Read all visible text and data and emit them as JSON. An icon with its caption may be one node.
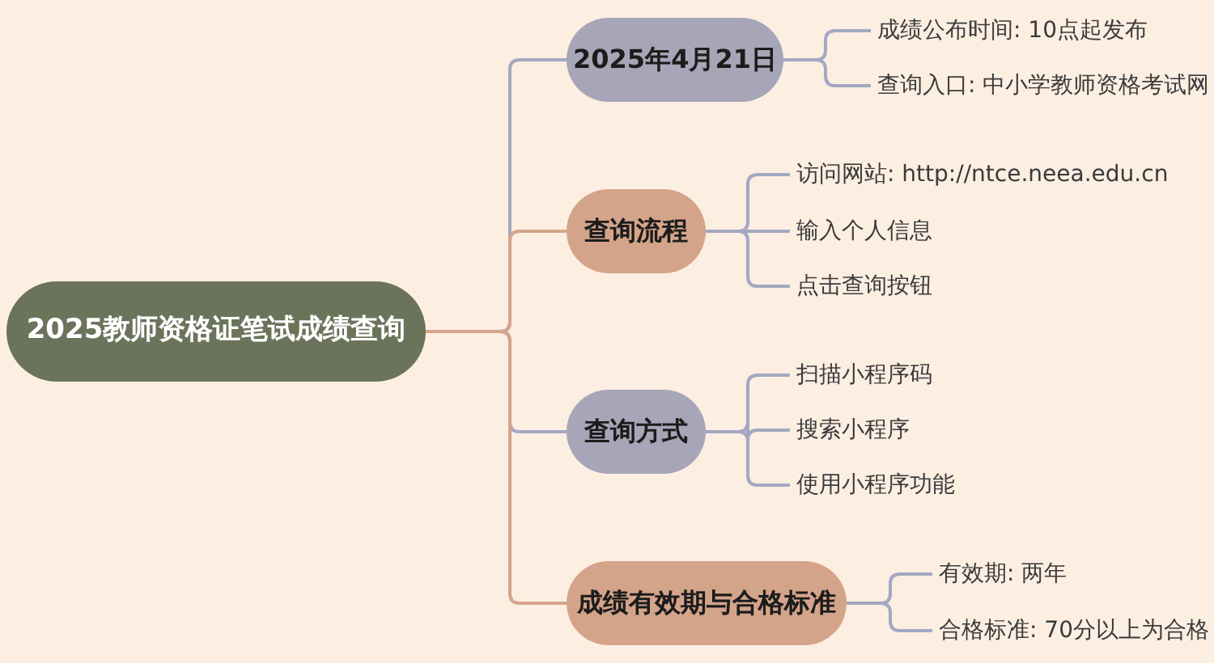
{
  "diagram": {
    "nodes": [
      {
        "text": [
          "2025教师资格证笔试成绩查询"
        ]
      },
      {
        "text": [
          "2025年4月21日"
        ]
      },
      {
        "text": [
          "成绩公布时间: 10点起发布"
        ]
      },
      {
        "text": [
          "查询入口: 中小学教师资格考试网"
        ]
      },
      {
        "text": [
          "查询流程"
        ]
      },
      {
        "text": [
          "访问网站: http://ntce.neea.edu.cn"
        ]
      },
      {
        "text": [
          "输入个人信息"
        ]
      },
      {
        "text": [
          "点击查询按钮"
        ]
      },
      {
        "text": [
          "查询方式"
        ]
      },
      {
        "text": [
          "扫描小程序码"
        ]
      },
      {
        "text": [
          "搜索小程序"
        ]
      },
      {
        "text": [
          "使用小程序功能"
        ]
      },
      {
        "text": [
          "成绩有效期与合格标准"
        ]
      },
      {
        "text": [
          "有效期: 两年"
        ]
      },
      {
        "text": [
          "合格标准: 70分以上为合格"
        ]
      }
    ],
    "edges": [
      {
        "from": 0,
        "to": 1,
        "arrow": "none"
      },
      {
        "from": 0,
        "to": 4,
        "arrow": "none",
        "color": "#d4a58a"
      },
      {
        "from": 0,
        "to": 8,
        "arrow": "none"
      },
      {
        "from": 0,
        "to": 12,
        "arrow": "none",
        "color": "#d4a58a"
      },
      {
        "from": 1,
        "to": 2,
        "arrow": "none"
      },
      {
        "from": 1,
        "to": 3,
        "arrow": "none"
      },
      {
        "from": 4,
        "to": 5,
        "arrow": "none"
      },
      {
        "from": 4,
        "to": 6,
        "arrow": "none"
      },
      {
        "from": 4,
        "to": 7,
        "arrow": "none"
      },
      {
        "from": 8,
        "to": 9,
        "arrow": "none"
      },
      {
        "from": 8,
        "to": 10,
        "arrow": "none"
      },
      {
        "from": 8,
        "to": 11,
        "arrow": "none"
      },
      {
        "from": 12,
        "to": 13,
        "arrow": "none"
      },
      {
        "from": 12,
        "to": 14,
        "arrow": "none"
      }
    ]
  }
}
